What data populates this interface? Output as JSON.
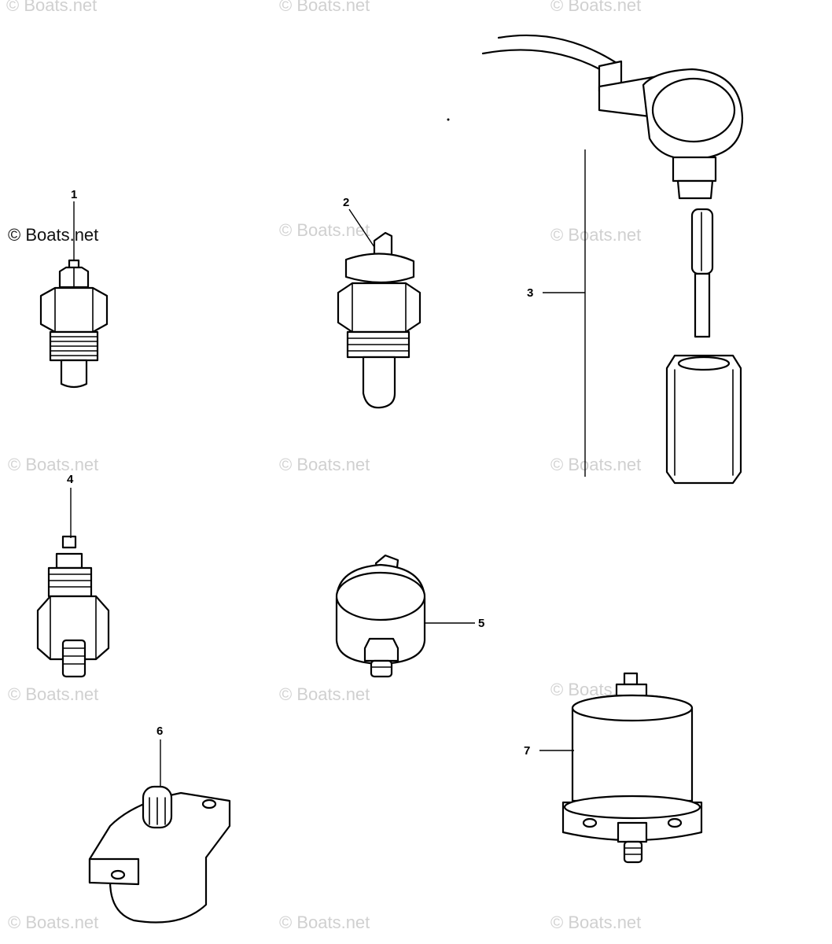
{
  "watermark": "© Boats.net",
  "callouts": [
    "1",
    "2",
    "3",
    "4",
    "5",
    "6",
    "7"
  ]
}
